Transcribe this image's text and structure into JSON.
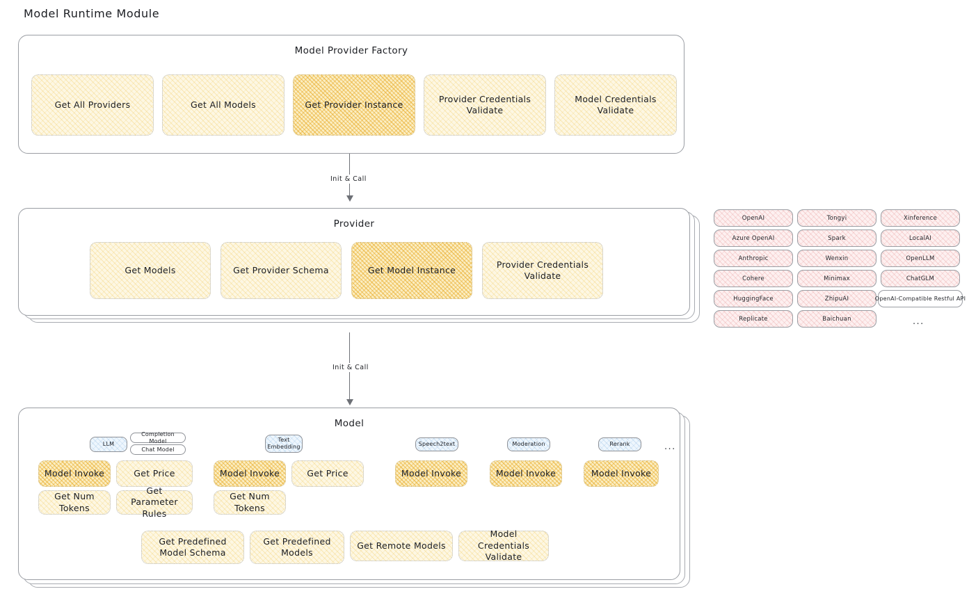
{
  "page": {
    "title": "Model Runtime Module"
  },
  "factory": {
    "title": "Model Provider Factory",
    "nodes": [
      {
        "label": "Get All Providers",
        "highlight": false
      },
      {
        "label": "Get All Models",
        "highlight": false
      },
      {
        "label": "Get Provider Instance",
        "highlight": true
      },
      {
        "label": "Provider Credentials Validate",
        "highlight": false
      },
      {
        "label": "Model Credentials Validate",
        "highlight": false
      }
    ]
  },
  "arrows": {
    "factory_to_provider": "Init & Call",
    "provider_to_model": "Init & Call"
  },
  "provider": {
    "title": "Provider",
    "nodes": [
      {
        "label": "Get Models",
        "highlight": false
      },
      {
        "label": "Get Provider Schema",
        "highlight": false
      },
      {
        "label": "Get Model Instance",
        "highlight": true
      },
      {
        "label": "Provider Credentials Validate",
        "highlight": false
      }
    ]
  },
  "provider_list": {
    "columns": [
      [
        "OpenAI",
        "Azure OpenAI",
        "Anthropic",
        "Cohere",
        "HuggingFace",
        "Replicate"
      ],
      [
        "Tongyi",
        "Spark",
        "Wenxin",
        "Minimax",
        "ZhipuAI",
        "Baichuan"
      ],
      [
        "Xinference",
        "LocalAI",
        "OpenLLM",
        "ChatGLM",
        "OpenAI-Compatible Restful API"
      ]
    ],
    "more": "..."
  },
  "model": {
    "title": "Model",
    "more": "...",
    "types": [
      {
        "name": "LLM",
        "sub_chips": [
          "Completion Model",
          "Chat Model"
        ],
        "ops": [
          {
            "label": "Model Invoke",
            "highlight": true
          },
          {
            "label": "Get Price",
            "highlight": false
          },
          {
            "label": "Get Num Tokens",
            "highlight": false
          },
          {
            "label": "Get Parameter Rules",
            "highlight": false
          }
        ]
      },
      {
        "name": "Text Embedding",
        "sub_chips": [],
        "ops": [
          {
            "label": "Model Invoke",
            "highlight": true
          },
          {
            "label": "Get Price",
            "highlight": false
          },
          {
            "label": "Get Num Tokens",
            "highlight": false
          }
        ]
      },
      {
        "name": "Speech2text",
        "sub_chips": [],
        "ops": [
          {
            "label": "Model Invoke",
            "highlight": true
          }
        ]
      },
      {
        "name": "Moderation",
        "sub_chips": [],
        "ops": [
          {
            "label": "Model Invoke",
            "highlight": true
          }
        ]
      },
      {
        "name": "Rerank",
        "sub_chips": [],
        "ops": [
          {
            "label": "Model Invoke",
            "highlight": true
          }
        ]
      }
    ],
    "shared_ops": [
      "Get Predefined Model Schema",
      "Get Predefined Models",
      "Get Remote Models",
      "Model Credentials Validate"
    ]
  },
  "colors": {
    "node_yellow": "#fdf7e3",
    "node_orange_highlight": "#fbeec3",
    "provider_chip_pink": "#fdf0f0",
    "model_chip_blue": "#eef6fd",
    "stroke": "#9a9da3",
    "text": "#1b1d22"
  }
}
